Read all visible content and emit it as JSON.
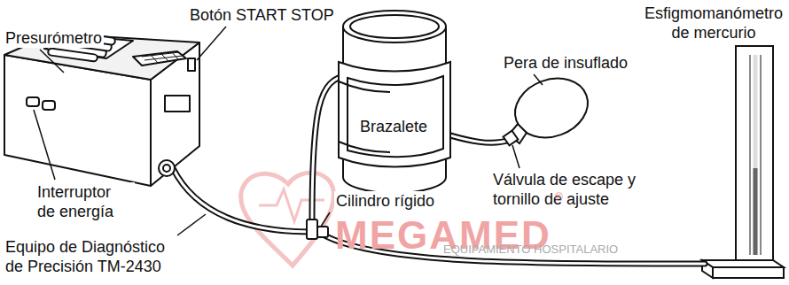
{
  "diagram": {
    "labels": [
      "Presurómetro",
      "Botón START STOP",
      "Esfigmomanómetro de mercurio",
      "Pera de insuflado",
      "Brazalete",
      "Cilindro rígido",
      "Válvula de escape y tornillo de ajuste",
      "Interruptor de energía",
      "Equipo de Diagnóstico de Precisión TM-2430",
      "MEGAMED",
      "®",
      "EQUIPAMIENTO HOSPITALARIO"
    ]
  }
}
